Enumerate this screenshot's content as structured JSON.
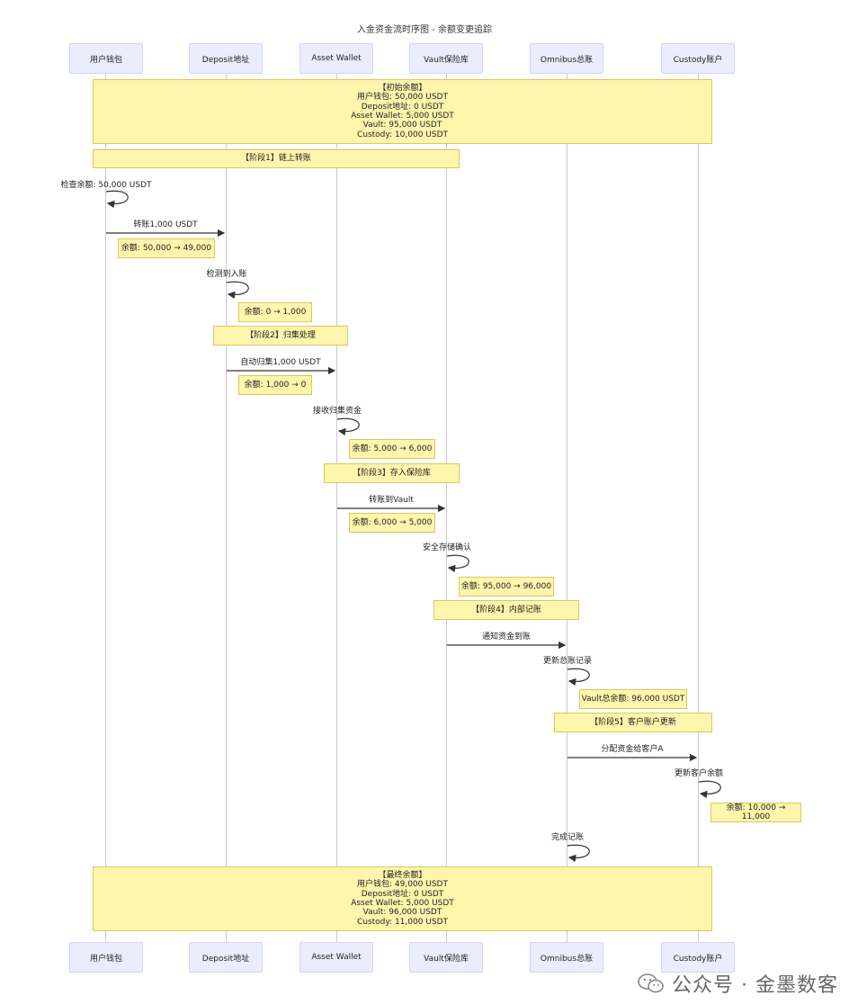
{
  "title": "入金资金流时序图 - 余额变更追踪",
  "actors": [
    {
      "id": "user",
      "label": "用户钱包"
    },
    {
      "id": "deposit",
      "label": "Deposit地址"
    },
    {
      "id": "asset",
      "label": "Asset Wallet"
    },
    {
      "id": "vault",
      "label": "Vault保险库"
    },
    {
      "id": "omnibus",
      "label": "Omnibus总账"
    },
    {
      "id": "custody",
      "label": "Custody账户"
    }
  ],
  "initial_note": {
    "heading": "【初始余额】",
    "lines": [
      "用户钱包: 50,000 USDT",
      "Deposit地址: 0 USDT",
      "Asset Wallet: 5,000 USDT",
      "Vault: 95,000 USDT",
      "Custody: 10,000 USDT"
    ]
  },
  "final_note": {
    "heading": "【最终余额】",
    "lines": [
      "用户钱包: 49,000 USDT",
      "Deposit地址: 0 USDT",
      "Asset Wallet: 5,000 USDT",
      "Vault: 96,000 USDT",
      "Custody: 11,000 USDT"
    ]
  },
  "phases": {
    "p1": "【阶段1】链上转账",
    "p2": "【阶段2】归集处理",
    "p3": "【阶段3】存入保险库",
    "p4": "【阶段4】内部记账",
    "p5": "【阶段5】客户账户更新"
  },
  "messages": {
    "m_check": "检查余额: 50,000 USDT",
    "m_transfer": "转账1,000 USDT",
    "m_detect": "检测到入账",
    "m_collect": "自动归集1,000 USDT",
    "m_receive": "接收归集资金",
    "m_to_vault": "转账到Vault",
    "m_secure": "安全存储确认",
    "m_notify": "通知资金到账",
    "m_update_ledger": "更新总账记录",
    "m_allocate": "分配资金给客户A",
    "m_update_client": "更新客户余额",
    "m_done": "完成记账"
  },
  "balance_notes": {
    "n_user": "余额: 50,000 → 49,000",
    "n_deposit_in": "余额: 0 → 1,000",
    "n_deposit_out": "余额: 1,000 → 0",
    "n_asset_in": "余额: 5,000 → 6,000",
    "n_asset_out": "余额: 6,000 → 5,000",
    "n_vault": "余额: 95,000 → 96,000",
    "n_omnibus": "Vault总余额: 96,000 USDT",
    "n_custody": "余额: 10,000 → 11,000"
  },
  "watermark": "公众号 · 金墨数客"
}
